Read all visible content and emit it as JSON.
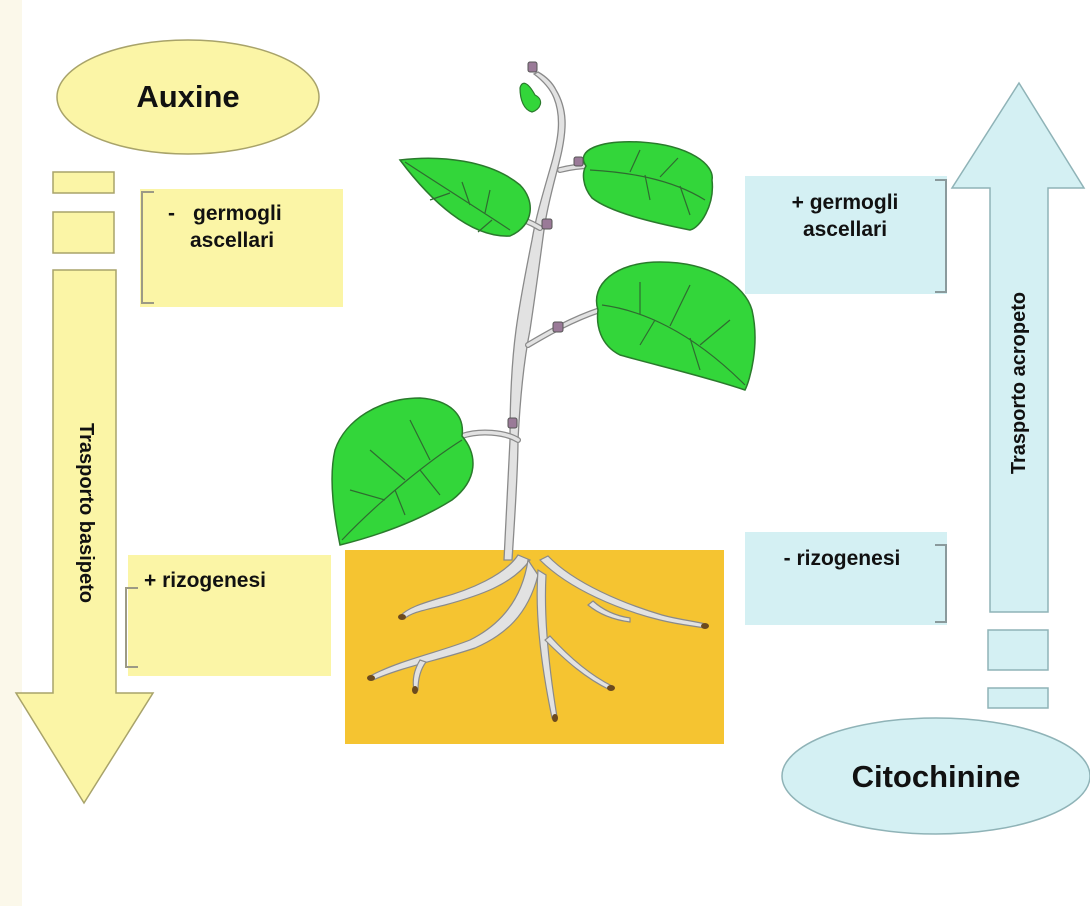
{
  "auxine": {
    "title": "Auxine",
    "transport": "Trasporto basipeto",
    "effect_buds_sign": "-",
    "effect_buds_line1": "germogli",
    "effect_buds_line2": "ascellari",
    "effect_roots": "+ rizogenesi"
  },
  "citochinine": {
    "title": "Citochinine",
    "transport": "Trasporto acropeto",
    "effect_buds_line1": "+ germogli",
    "effect_buds_line2": "ascellari",
    "effect_roots": "- rizogenesi"
  },
  "colors": {
    "auxin_fill": "#fbf5a6",
    "auxin_stroke": "#a8a36a",
    "cytokinin_fill": "#d4f0f3",
    "cytokinin_stroke": "#8fb3b7",
    "soil": "#f5c431",
    "leaf": "#33d63a",
    "leaf_stroke": "#2a7a2c",
    "stem": "#e2e2e2"
  }
}
